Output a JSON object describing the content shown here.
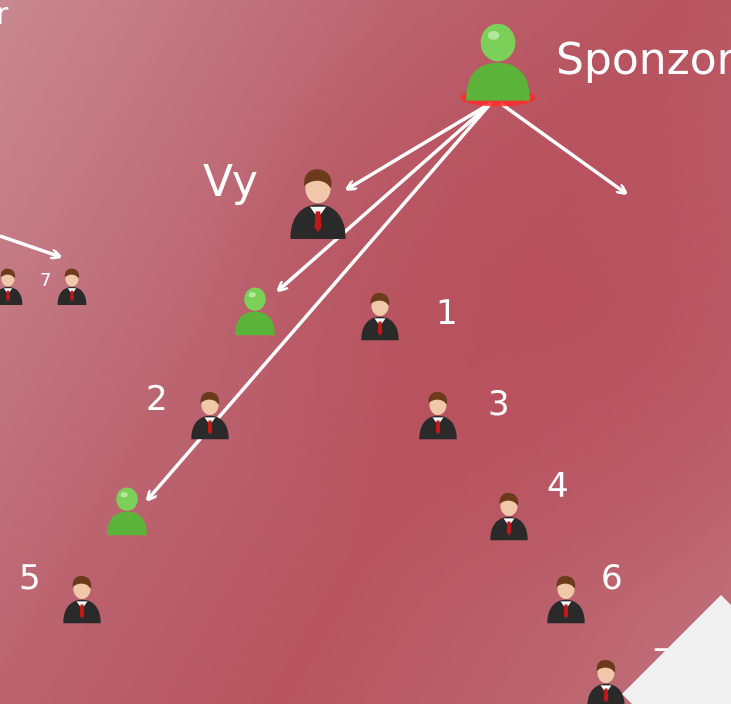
{
  "labels": {
    "sponsor": "Sponzor",
    "you": "Vy",
    "edge_letter": "r",
    "number_tiny": "7",
    "n1": "1",
    "n2": "2",
    "n3": "3",
    "n4": "4",
    "n5": "5",
    "n6": "6",
    "n7": "7"
  },
  "icons": {
    "businessman": "businessman-icon",
    "generic_user": "user-icon",
    "arrow": "arrow-icon"
  },
  "colors": {
    "background": "#b9565f",
    "text": "#ffffff",
    "suit": "#2a2a2a",
    "tie": "#c21818",
    "user_green": "#6cc24a",
    "glow": "#ff2a2a"
  }
}
